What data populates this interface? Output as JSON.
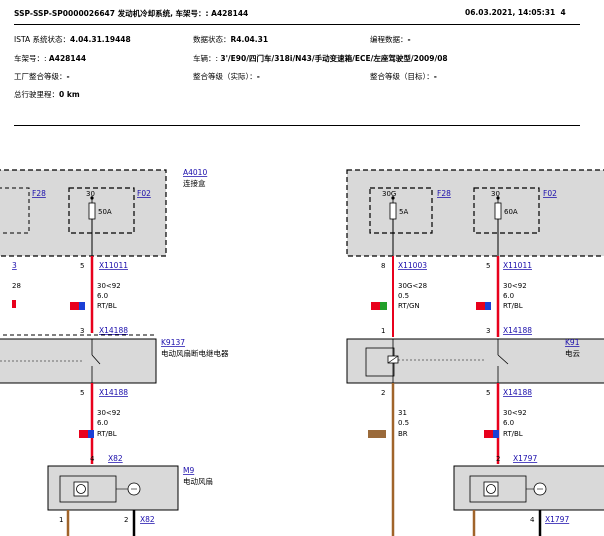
{
  "header": {
    "doc_title": "SSP-SSP-SP0000026647 发动机冷却系统, 车架号：: A428144",
    "timestamp": "06.03.2021, 14:05:31",
    "page_number": "4",
    "ista_status_label": "ISTA 系统状态：",
    "ista_status_value": "4.04.31.19448",
    "data_status_label": "数据状态：",
    "data_status_value": "R4.04.31",
    "programming_label": "编程数据：",
    "programming_value": "-",
    "vin_label": "车架号：: ",
    "vin_value": "A428144",
    "vehicle_label": "车辆：: ",
    "vehicle_value": "3'/E90/四门车/318i/N43/手动变速箱/ECE/左座驾驶型/2009/08",
    "factory_level_label": "工厂整合等级：",
    "factory_level_value": "-",
    "actual_level_label": "整合等级（实际）：",
    "actual_level_value": "-",
    "target_level_label": "整合等级（目标）：",
    "target_level_value": "-",
    "mileage_label": "总行驶里程：",
    "mileage_value": "0 km"
  },
  "diagram": {
    "left": {
      "a4010_ref": "A4010",
      "a4010_name": "连接盒",
      "f28": "F28",
      "f02": "F02",
      "fuse_pin": "30",
      "fuse_rating": "50A",
      "frag_3": "3",
      "frag_28": "28",
      "pin_5": "5",
      "x11011": "X11011",
      "w1_l1": "30<92",
      "w1_l2": "6.0",
      "w1_l3": "RT/BL",
      "pin_3": "3",
      "x14188_a": "X14188",
      "k9137_ref": "K9137",
      "k9137_name": "电动风扇断电继电器",
      "pin_5b": "5",
      "x14188_b": "X14188",
      "w2_l1": "30<92",
      "w2_l2": "6.0",
      "w2_l3": "RT/BL",
      "pin_4": "4",
      "x82_a": "X82",
      "m9_ref": "M9",
      "m9_name": "电动风扇",
      "pin_1": "1",
      "pin_2": "2",
      "x82_b": "X82"
    },
    "right": {
      "f28": "F28",
      "f02": "F02",
      "fuse_a_pin": "30G",
      "fuse_a_rating": "5A",
      "fuse_b_pin": "30",
      "fuse_b_rating": "60A",
      "pin_8": "8",
      "x11003": "X11003",
      "pin_5": "5",
      "x11011": "X11011",
      "wa_l1": "30G<28",
      "wa_l2": "0.5",
      "wa_l3": "RT/GN",
      "wb_l1": "30<92",
      "wb_l2": "6.0",
      "wb_l3": "RT/BL",
      "pin_1": "1",
      "pin_3": "3",
      "x14188_a": "X14188",
      "k91_frag": "K91",
      "k91_name_frag": "电云",
      "pin_2": "2",
      "pin_5b": "5",
      "x14188_b": "X14188",
      "wc_l1": "31",
      "wc_l2": "0.5",
      "wc_l3": "BR",
      "wd_l1": "30<92",
      "wd_l2": "6.0",
      "wd_l3": "RT/BL",
      "pin_2b": "2",
      "x1797_a": "X1797",
      "pin_4": "4",
      "x1797_b": "X1797"
    }
  },
  "colors": {
    "wire_red": "#e8001c",
    "wire_brown": "#a0642a",
    "wire_black": "#000000",
    "block_fill": "#d9d9d9",
    "swatch_red": "#e8001c",
    "swatch_blue": "#1a3fd6",
    "swatch_green": "#22a02a",
    "swatch_brown": "#9a6a3a",
    "link_blue": "#1a0dab"
  }
}
